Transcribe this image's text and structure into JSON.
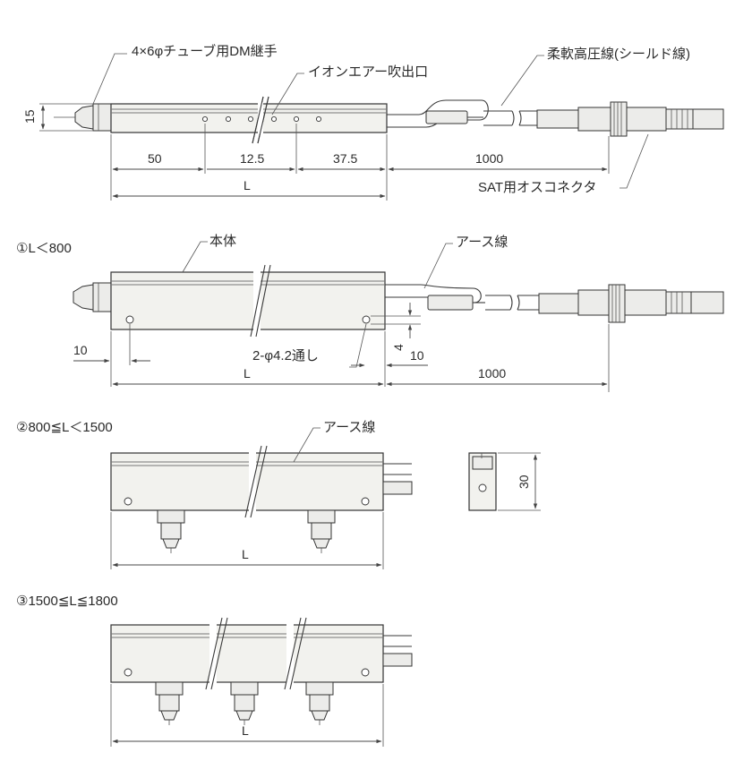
{
  "view_top": {
    "callout_tube": "4×6φチューブ用DM継手",
    "callout_air": "イオンエアー吹出口",
    "callout_cable": "柔軟高圧線(シールド線)",
    "callout_connector": "SAT用オスコネクタ",
    "dim_height": "15",
    "dim_a": "50",
    "dim_b": "12.5",
    "dim_c": "37.5",
    "dim_cable": "1000",
    "dim_total": "L"
  },
  "view_1": {
    "heading": "①L＜800",
    "callout_body": "本体",
    "callout_earth": "アース線",
    "callout_holes": "2-φ4.2通し",
    "dim_left": "10",
    "dim_right": "10",
    "dim_vertical": "4",
    "dim_cable": "1000",
    "dim_total": "L"
  },
  "view_2": {
    "heading": "②800≦L＜1500",
    "callout_earth": "アース線",
    "dim_total": "L",
    "dim_side_height": "30"
  },
  "view_3": {
    "heading": "③1500≦L≦1800",
    "dim_total": "L"
  }
}
